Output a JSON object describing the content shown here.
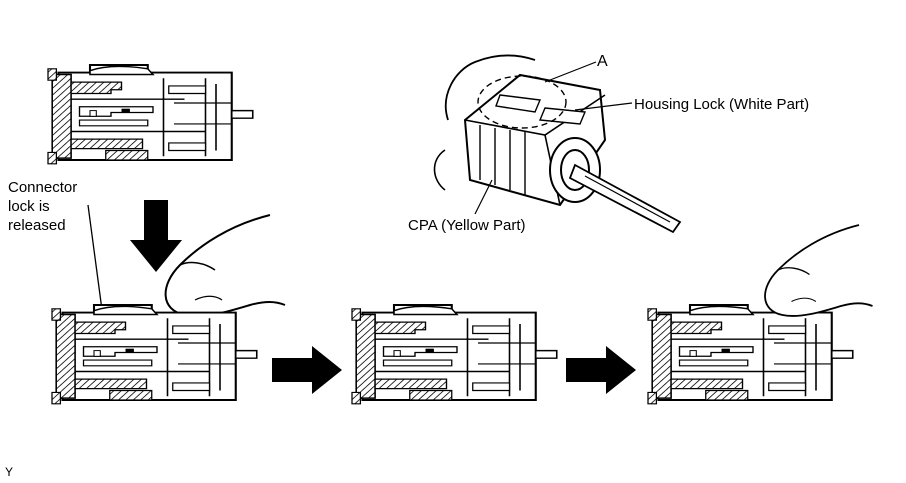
{
  "labels": {
    "connector_lock": [
      "Connector",
      "lock is",
      "released"
    ],
    "a": "A",
    "housing_lock": "Housing Lock (White Part)",
    "cpa": "CPA (Yellow Part)",
    "figure_code": "Y"
  },
  "colors": {
    "ink": "#000000",
    "background": "#ffffff",
    "hatch": "#000000"
  },
  "icons": [
    "down-arrow-icon",
    "right-arrow-icon",
    "finger-icon",
    "connector-section-icon",
    "connector-3d-icon"
  ]
}
